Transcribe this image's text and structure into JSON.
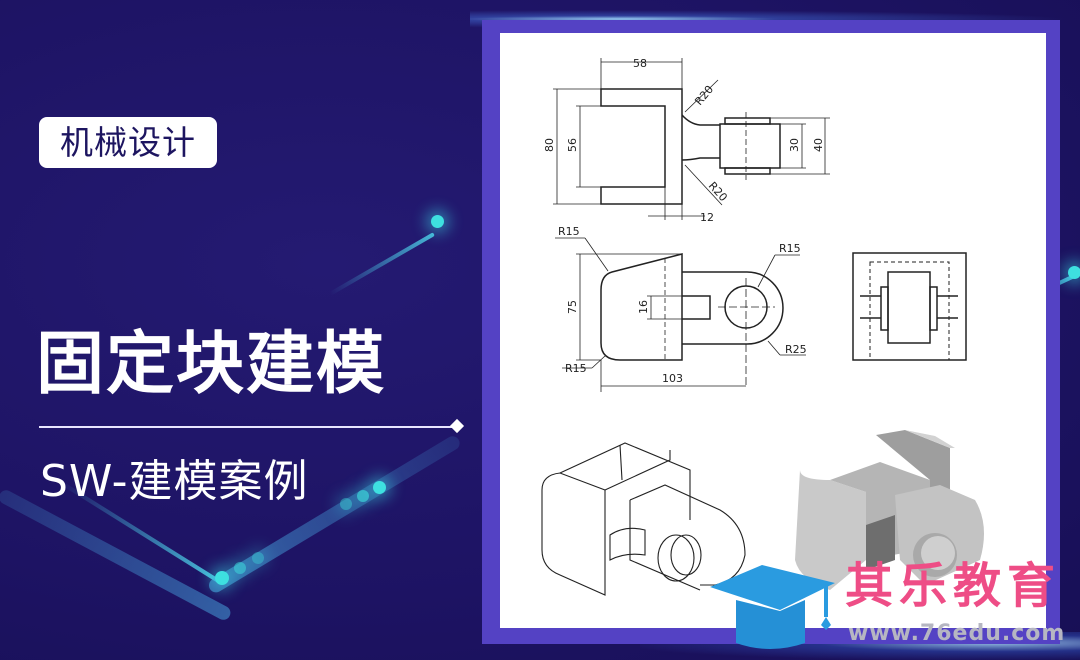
{
  "banner": {
    "category_tag": "机械设计",
    "title": "固定块建模",
    "subtitle": "SW-建模案例"
  },
  "drawing": {
    "top_view": {
      "dims": {
        "width_58": "58",
        "height_80": "80",
        "inner_56": "56",
        "fillet_top": "R20",
        "fillet_bottom": "R20",
        "boss_30": "30",
        "boss_40": "40",
        "offset_12": "12"
      }
    },
    "front_view": {
      "dims": {
        "radius_top_left": "R15",
        "radius_bottom_left": "R15",
        "height_75": "75",
        "slot_16": "16",
        "length_103": "103",
        "hole_radius": "R15",
        "outer_radius": "R25"
      }
    },
    "side_view": {
      "label": ""
    },
    "isometric_views": [
      "line-drawing",
      "shaded-render"
    ]
  },
  "brand": {
    "name": "其乐教育",
    "url": "www.76edu.com",
    "icon": "graduation-cap-icon",
    "colors": {
      "name": "#ee4d86",
      "cap": "#2a9be0",
      "url": "#b6b6c2"
    }
  },
  "colors": {
    "background": "#1f1466",
    "frame": "#5442c4",
    "accent_glow": "#3ee0e0"
  }
}
